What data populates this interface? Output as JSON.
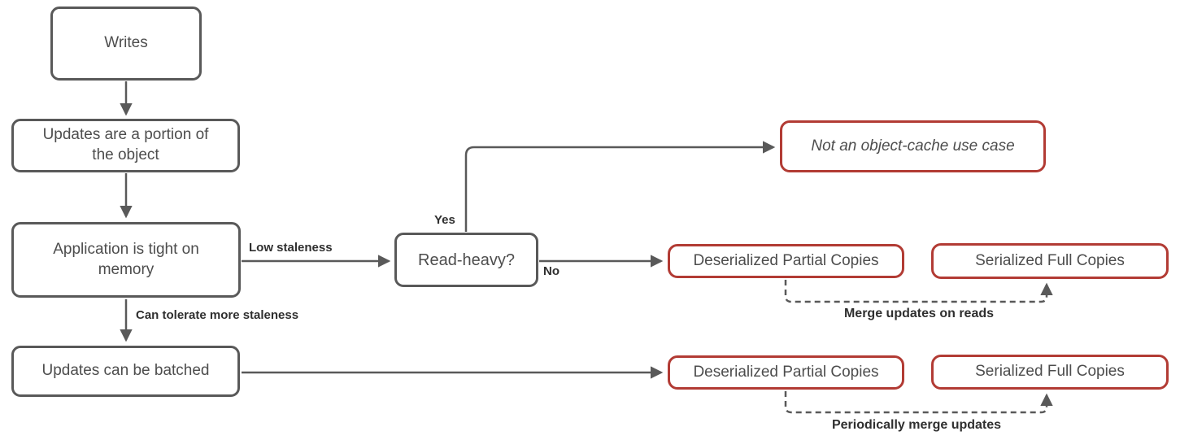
{
  "diagram": {
    "title": "Object cache write-handling decision flowchart",
    "type": "flowchart"
  },
  "colors": {
    "background": "#ffffff",
    "node_border": "#595959",
    "outcome_border": "#b23b34",
    "node_text": "#4d4d4d",
    "label_text": "#2f2f2f",
    "connector": "#595959"
  },
  "nodes": {
    "writes": {
      "label": "Writes"
    },
    "updates_portion": {
      "label": "Updates are a portion of the object"
    },
    "app_tight_memory": {
      "label": "Application is tight on memory"
    },
    "read_heavy": {
      "label": "Read-heavy?"
    },
    "updates_batched": {
      "label": "Updates can be batched"
    },
    "not_object_cache": {
      "label": "Not an object-cache use case"
    },
    "row1_deserialized": {
      "label": "Deserialized Partial Copies"
    },
    "row1_serialized": {
      "label": "Serialized Full Copies"
    },
    "row2_deserialized": {
      "label": "Deserialized Partial Copies"
    },
    "row2_serialized": {
      "label": "Serialized Full Copies"
    }
  },
  "edge_labels": {
    "low_staleness": "Low staleness",
    "yes": "Yes",
    "no": "No",
    "can_tolerate": "Can tolerate more staleness",
    "merge_on_reads": "Merge updates on reads",
    "periodic_merge": "Periodically merge updates"
  }
}
